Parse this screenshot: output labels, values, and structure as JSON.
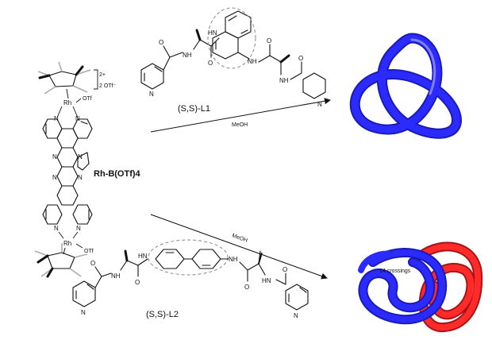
{
  "labels": {
    "ligand1": "(S,S)-L1",
    "ligand2": "(S,S)-L2",
    "complex": "Rh-B(OTf)4",
    "solvent_top": "MeOH",
    "solvent_bottom": "MeOH",
    "charge": "2+",
    "counterion": "2 OTf⁻",
    "crossings": "14 crossings"
  },
  "atoms": {
    "N": "N",
    "NH": "NH",
    "HN": "HN",
    "O": "O",
    "Rh": "Rh",
    "OTf": "OTf"
  },
  "colors": {
    "knot_blue": "#2323e6",
    "knot_red": "#e62222",
    "bond": "#111111"
  }
}
